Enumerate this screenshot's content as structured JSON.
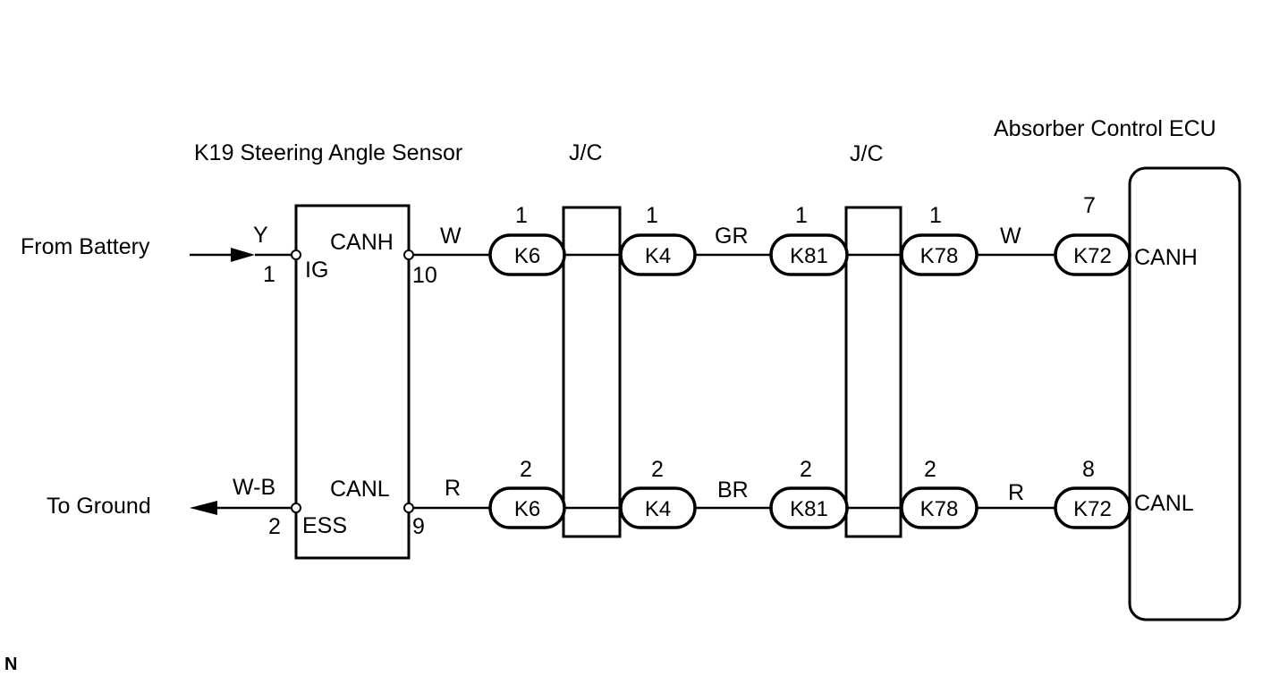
{
  "components": {
    "sensor": "K19 Steering Angle Sensor",
    "jc1": "J/C",
    "jc2": "J/C",
    "ecu": "Absorber Control ECU"
  },
  "external": {
    "battery": "From  Battery",
    "ground": "To Ground"
  },
  "sensor_pins": {
    "ig_wire": "Y",
    "ig_num": "1",
    "ig_name": "IG",
    "ess_wire": "W-B",
    "ess_num": "2",
    "ess_name": "ESS",
    "canh_name": "CANH",
    "canh_num": "10",
    "canl_name": "CANL",
    "canl_num": "9"
  },
  "top_line": {
    "wires": [
      "W",
      "GR",
      "W"
    ],
    "connectors": [
      {
        "id": "K6",
        "pin": "1"
      },
      {
        "id": "K4",
        "pin": "1"
      },
      {
        "id": "K81",
        "pin": "1"
      },
      {
        "id": "K78",
        "pin": "1"
      },
      {
        "id": "K72",
        "pin": "7"
      }
    ],
    "ecu_pin": "CANH"
  },
  "bottom_line": {
    "wires": [
      "R",
      "BR",
      "R"
    ],
    "connectors": [
      {
        "id": "K6",
        "pin": "2"
      },
      {
        "id": "K4",
        "pin": "2"
      },
      {
        "id": "K81",
        "pin": "2"
      },
      {
        "id": "K78",
        "pin": "2"
      },
      {
        "id": "K72",
        "pin": "8"
      }
    ],
    "ecu_pin": "CANL"
  },
  "footer_mark": "N"
}
